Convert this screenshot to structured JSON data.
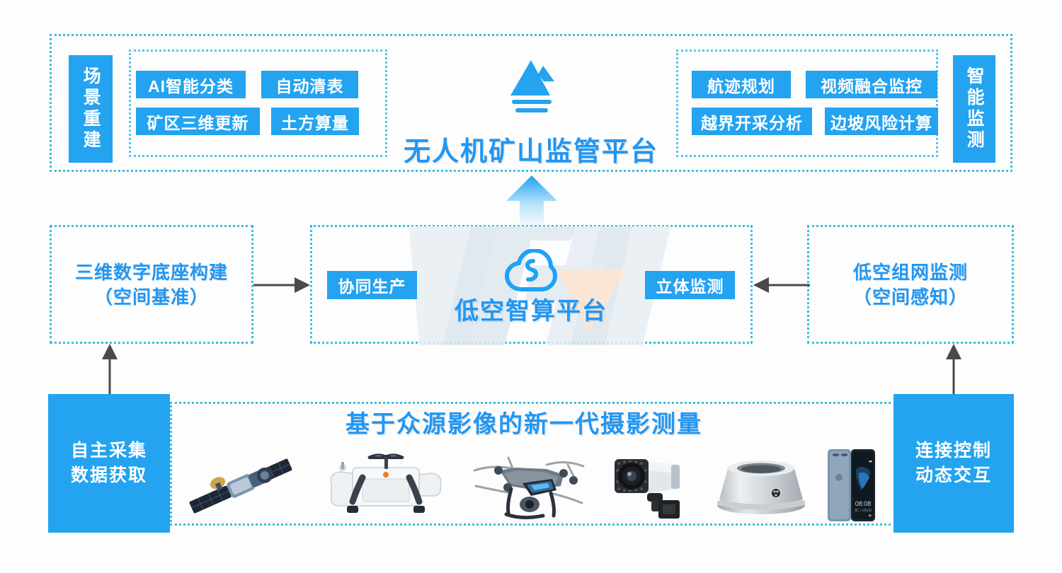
{
  "platform": {
    "icon": "mountain-icon",
    "title": "无人机矿山监管平台"
  },
  "top_band": {
    "left_group": {
      "tab_label": "场景重建",
      "chips": [
        {
          "label": "AI智能分类"
        },
        {
          "label": "自动清表"
        },
        {
          "label": "矿区三维更新"
        },
        {
          "label": "土方算量"
        }
      ]
    },
    "right_group": {
      "tab_label": "智能监测",
      "chips": [
        {
          "label": "航迹规划"
        },
        {
          "label": "视频融合监控"
        },
        {
          "label": "越界开采分析"
        },
        {
          "label": "边坡风险计算"
        }
      ]
    }
  },
  "middle_row": {
    "left_box": {
      "line1": "三维数字底座构建",
      "line2": "（空间基准）"
    },
    "center_box": {
      "icon": "cloud-icon",
      "title": "低空智算平台",
      "left_chip": "协同生产",
      "right_chip": "立体监测",
      "watermark": "TJH"
    },
    "right_box": {
      "line1": "低空组网监测",
      "line2": "（空间感知）"
    }
  },
  "bottom_band": {
    "left_block": {
      "line1": "自主采集",
      "line2": "数据获取"
    },
    "right_block": {
      "line1": "连接控制",
      "line2": "动态交互"
    },
    "headline": "基于众源影像的新一代摄影测量",
    "devices": [
      {
        "name": "satellite-image"
      },
      {
        "name": "vtol-fixed-wing-drone-image"
      },
      {
        "name": "quadcopter-drone-image"
      },
      {
        "name": "surveillance-camera-image"
      },
      {
        "name": "gnss-antenna-image"
      },
      {
        "name": "smartphone-image"
      }
    ]
  },
  "colors": {
    "accent_blue": "#23a3f0",
    "title_blue": "#2196f3",
    "dotted_border": "#39c0df",
    "arrow_gray": "#4a4a4a"
  }
}
